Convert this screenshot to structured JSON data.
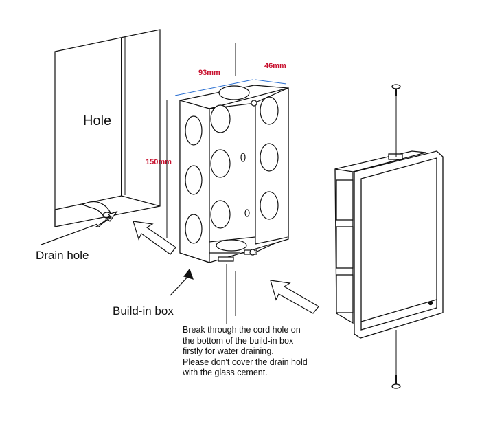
{
  "labels": {
    "hole": "Hole",
    "drain_hole": "Drain hole",
    "build_in_box": "Build-in box"
  },
  "dimensions": {
    "width": "93mm",
    "depth": "46mm",
    "height": "150mm"
  },
  "note": {
    "line1": "Break through the cord hole on",
    "line2": "the bottom of the build-in box",
    "line3": "firstly for water draining.",
    "line4": "Please don't cover the drain hold",
    "line5": "with the glass cement."
  },
  "colors": {
    "line": "#111111",
    "dimension_text": "#c8102e",
    "dimension_line": "#2a6fd1"
  }
}
